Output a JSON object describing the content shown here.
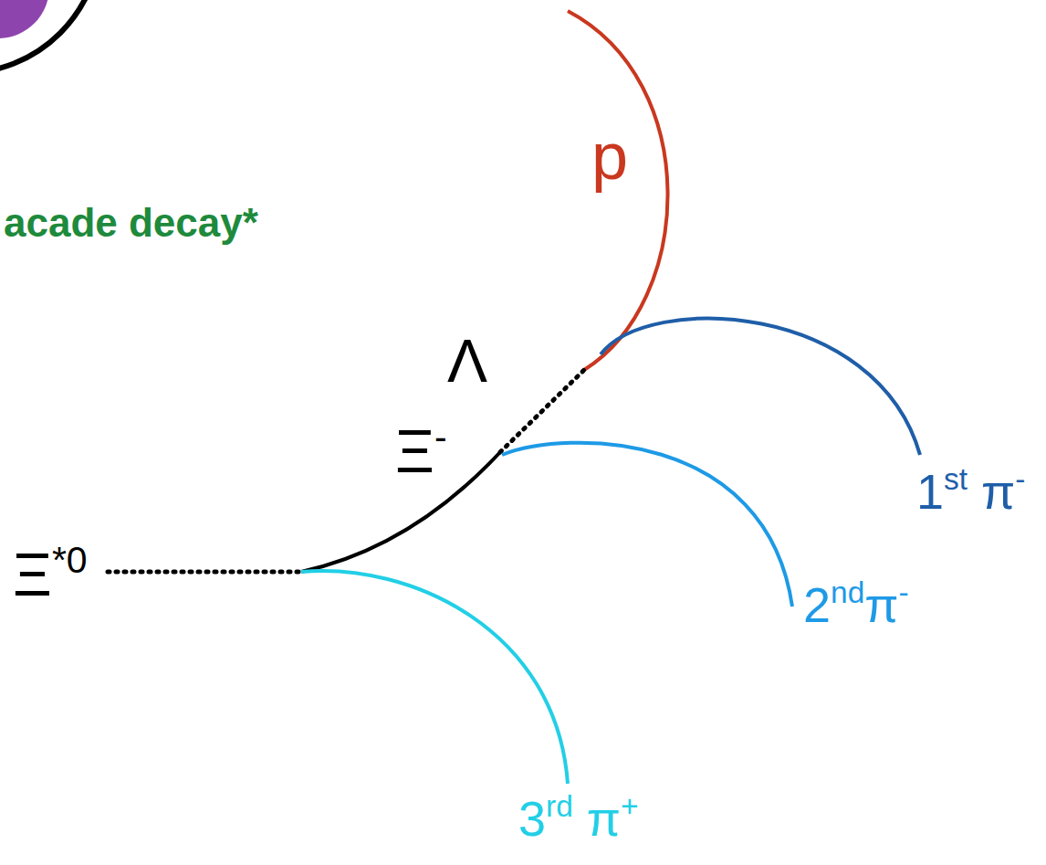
{
  "diagram": {
    "labels": [
      "acade decay*",
      "p",
      "Λ",
      "Ξ-",
      "Ξ*0",
      "1st π-",
      "2ndπ-",
      "3rd π+"
    ]
  }
}
